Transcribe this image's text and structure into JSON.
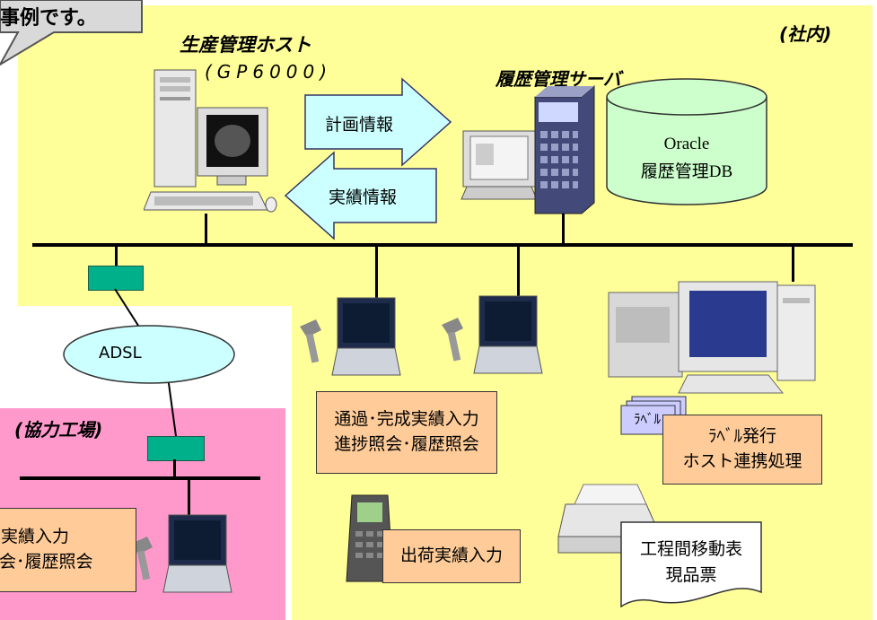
{
  "callout": {
    "text": "事例です。"
  },
  "labels": {
    "internal": "(社内)",
    "partner": "(協力工場)",
    "host_title": "生産管理ホスト",
    "host_model": "(GP6000)",
    "server_title": "履歴管理サーバ"
  },
  "arrows": {
    "plan": "計画情報",
    "actual": "実績情報"
  },
  "database": {
    "line1": "Oracle",
    "line2": "履歴管理DB"
  },
  "adsl": "ADSL",
  "notes": {
    "input_line1": "通過･完成実績入力",
    "input_line2": "進捗照会･履歴照会",
    "partner_line1": "実績入力",
    "partner_line2": "会･履歴照会",
    "label_issue_line1": "ﾗﾍﾞﾙ発行",
    "label_issue_line2": "ホスト連携処理",
    "shipping": "出荷実績入力",
    "doc_line1": "工程間移動表",
    "doc_line2": "現品票"
  },
  "label_sheet": "ﾗﾍﾞﾙ",
  "colors": {
    "internal_zone": "#ffff99",
    "partner_zone": "#ff99cc",
    "note_fill": "#ffcc99",
    "arrow_fill": "#ccffff",
    "hub_fill": "#00b08a",
    "db_fill": "#ccffcc"
  }
}
